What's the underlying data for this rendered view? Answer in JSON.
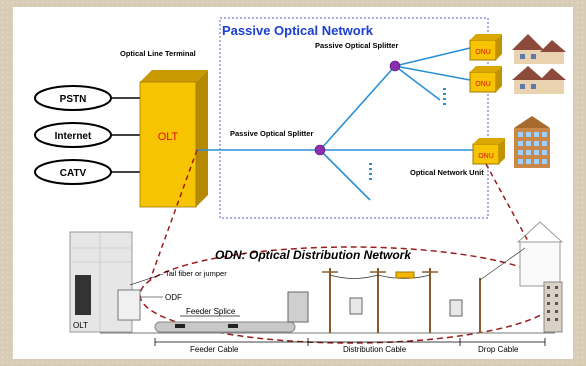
{
  "titles": {
    "pon": "Passive Optical Network",
    "olt_terminal": "Optical Line Terminal",
    "splitter_top": "Passive Optical Splitter",
    "splitter_mid": "Passive Optical Splitter",
    "onu_label": "Optical Network Unit",
    "odn": "ODN: Optical Distribution Network"
  },
  "services": [
    "PSTN",
    "Internet",
    "CATV"
  ],
  "olt": "OLT",
  "onu_boxes": [
    "ONU",
    "ONU",
    "ONU"
  ],
  "bottom": {
    "tail_fiber": "Tail fiber or jumper",
    "odf": "ODF",
    "feeder_splice": "Feeder Splice",
    "olt_small": "OLT",
    "feeder_cable": "Feeder Cable",
    "distribution_cable": "Distribution Cable",
    "drop_cable": "Drop Cable"
  },
  "colors": {
    "fiber": "#2b8fd8",
    "olt_fill": "#f6c400",
    "splitter": "#8a2fb0",
    "title_blue": "#1b3fd0",
    "ring_red": "#9b1c1c"
  }
}
